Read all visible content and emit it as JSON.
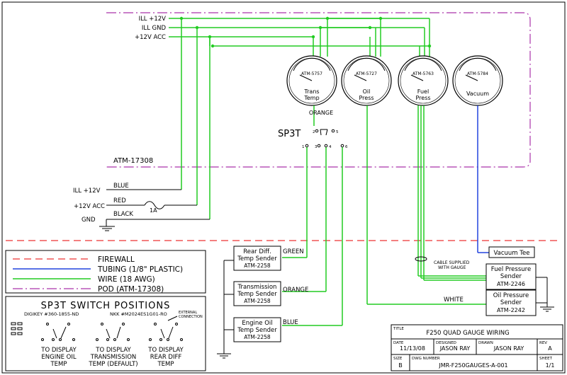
{
  "pod": {
    "label": "ATM-17308"
  },
  "pod_wires": [
    "ILL +12V",
    "ILL GND",
    "+12V ACC"
  ],
  "gauges": [
    {
      "part": "ATM-5757",
      "lines": [
        "Trans",
        "Temp"
      ]
    },
    {
      "part": "ATM-5727",
      "lines": [
        "Oil",
        "Press"
      ]
    },
    {
      "part": "ATM-5763",
      "lines": [
        "Fuel",
        "Press"
      ]
    },
    {
      "part": "ATM-5784",
      "lines": [
        "Vacuum"
      ]
    }
  ],
  "switch": {
    "label": "SP3T",
    "wire_label": "ORANGE",
    "pin_labels": [
      "1",
      "2",
      "3",
      "4",
      "5",
      "6"
    ]
  },
  "left_wires": [
    {
      "name": "ILL +12V",
      "color": "BLUE"
    },
    {
      "name": "+12V ACC",
      "color": "RED"
    },
    {
      "name": "GND",
      "color": "BLACK"
    }
  ],
  "fuse": "1A",
  "legend": [
    {
      "label": "FIREWALL",
      "color": "#ee3333"
    },
    {
      "label": "TUBING (1/8\" PLASTIC)",
      "color": "#2244dd"
    },
    {
      "label": "WIRE (18 AWG)",
      "color": "#22cc22"
    },
    {
      "label": "POD (ATM-17308)",
      "color": "#aa33aa"
    }
  ],
  "switch_positions": {
    "title": "SP3T SWITCH POSITIONS",
    "digikey": "DIGIKEY #360-1855-ND",
    "nkk": "NKK #M2024ES1G01-RO",
    "external": [
      "EXTERNAL",
      "CONNECTION"
    ],
    "positions": [
      {
        "lines": [
          "TO DISPLAY",
          "ENGINE OIL",
          "TEMP"
        ]
      },
      {
        "lines": [
          "TO DISPLAY",
          "TRANSMISSION",
          "TEMP (DEFAULT)"
        ]
      },
      {
        "lines": [
          "TO DISPLAY",
          "REAR DIFF",
          "TEMP"
        ]
      }
    ]
  },
  "senders": [
    {
      "lines": [
        "Rear Diff.",
        "Temp Sender"
      ],
      "part": "ATM-2258",
      "wire": "GREEN"
    },
    {
      "lines": [
        "Transmission",
        "Temp Sender"
      ],
      "part": "ATM-2258",
      "wire": "ORANGE"
    },
    {
      "lines": [
        "Engine Oil",
        "Temp Sender"
      ],
      "part": "ATM-2258",
      "wire": "BLUE"
    }
  ],
  "right_senders": {
    "vacuum_tee": "Vacuum Tee",
    "fuel": {
      "lines": [
        "Fuel Pressure",
        "Sender"
      ],
      "part": "ATM-2246"
    },
    "oil": {
      "lines": [
        "Oil Pressure",
        "Sender"
      ],
      "part": "ATM-2242"
    },
    "white": "WHITE",
    "cable_note": [
      "CABLE SUPPLIED",
      "WITH GAUGE"
    ]
  },
  "title_block": {
    "title_label": "TITLE",
    "title": "F250 QUAD GAUGE WIRING",
    "date_label": "DATE",
    "date": "11/13/08",
    "designed_label": "DESIGNED",
    "designed": "JASON RAY",
    "drawn_label": "DRAWN",
    "drawn": "JASON RAY",
    "rev_label": "REV",
    "rev": "A",
    "size_label": "SIZE",
    "size": "B",
    "dwg_label": "DWG NUMBER",
    "dwg": "JMR-F250GAUGES-A-001",
    "sheet_label": "SHEET",
    "sheet": "1/1"
  }
}
